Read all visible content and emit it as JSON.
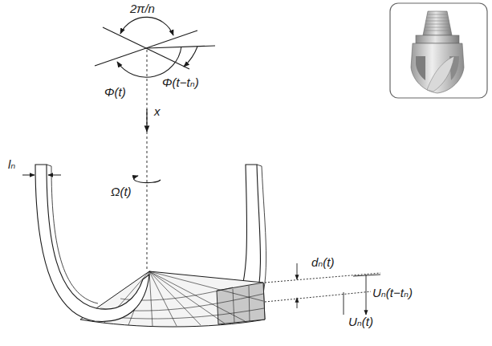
{
  "diagram": {
    "labels": [
      "2π/n",
      "Φ(t)",
      "Φ(t−tₙ)",
      "lₙ",
      "x",
      "Ω(t)",
      "dₙ(t)",
      "Uₙ(t−tₙ)",
      "Uₙ(t)"
    ]
  }
}
